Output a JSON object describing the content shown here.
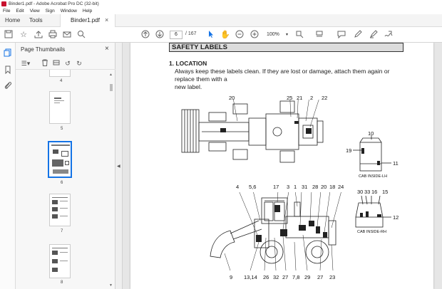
{
  "window": {
    "title": "Binder1.pdf - Adobe Acrobat Pro DC (32-bit)"
  },
  "menu": [
    "File",
    "Edit",
    "View",
    "Sign",
    "Window",
    "Help"
  ],
  "tabs": {
    "home": "Home",
    "tools": "Tools",
    "document": "Binder1.pdf",
    "close_glyph": "×"
  },
  "toolbar": {
    "icons": [
      "save-icon",
      "star-icon",
      "upload-icon",
      "print-icon",
      "email-icon",
      "search-icon",
      "prev-page-icon",
      "next-page-icon",
      "select-cursor-icon",
      "hand-icon",
      "zoom-out-icon",
      "zoom-in-icon",
      "marquee-icon",
      "rotate-icon",
      "comment-icon",
      "pen-icon",
      "highlight-icon",
      "sign-icon"
    ],
    "page_current": "6",
    "page_total": "/ 167",
    "zoom": "100%"
  },
  "left_rail": [
    "page-thumbnails-icon",
    "bookmark-icon",
    "attachment-icon"
  ],
  "thumbnails_panel": {
    "title": "Page Thumbnails",
    "close_glyph": "×",
    "pages": [
      {
        "label": "4",
        "selected": false
      },
      {
        "label": "5",
        "selected": false
      },
      {
        "label": "6",
        "selected": true
      },
      {
        "label": "7",
        "selected": false
      },
      {
        "label": "8",
        "selected": false
      }
    ]
  },
  "document": {
    "section_title": "SAFETY LABELS",
    "subheading": "1. LOCATION",
    "paragraph_line1": "Always keep these labels clean.  If they are lost or damage, attach them again or replace them with a",
    "paragraph_line2": "new label.",
    "top_view_callouts": [
      "20",
      "25",
      "21",
      "2",
      "22"
    ],
    "side_view_top_callouts": [
      "4",
      "5,6",
      "17",
      "3",
      "1",
      "31",
      "28",
      "20",
      "18",
      "24"
    ],
    "side_view_bottom_callouts": [
      "9",
      "13,14",
      "26",
      "32",
      "27",
      "7,8",
      "29",
      "27",
      "23"
    ],
    "cab_lh": {
      "callouts": [
        "10",
        "19",
        "11"
      ],
      "label": "CAB INSIDE-LH"
    },
    "cab_rh": {
      "callouts": [
        "30",
        "33",
        "16",
        "15",
        "12"
      ],
      "label": "CAB INSIDE-RH"
    }
  }
}
